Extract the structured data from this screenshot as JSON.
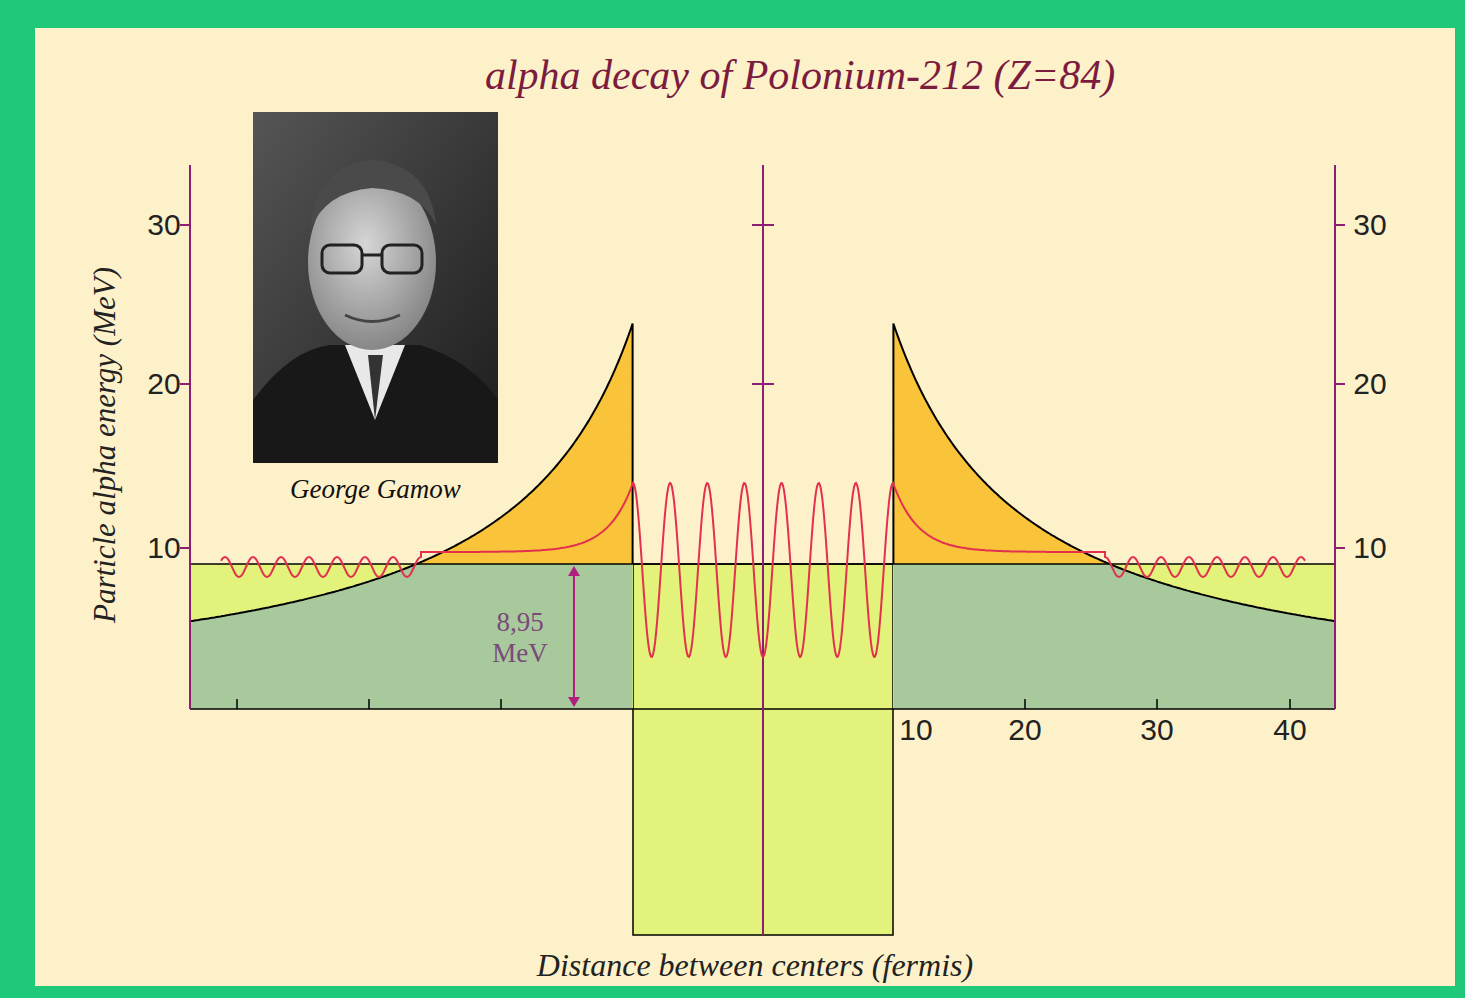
{
  "diagram": {
    "title": "alpha decay of Polonium-212 (Z=84)",
    "nodes": [
      {
        "text": [
          "George Gamow"
        ]
      }
    ],
    "labels": [
      "Particle alpha energy (MeV)",
      "30",
      "20",
      "10",
      "30",
      "20",
      "10",
      "8,95 MeV",
      "10",
      "20",
      "30",
      "40",
      "Distance between centers (fermis)"
    ]
  }
}
